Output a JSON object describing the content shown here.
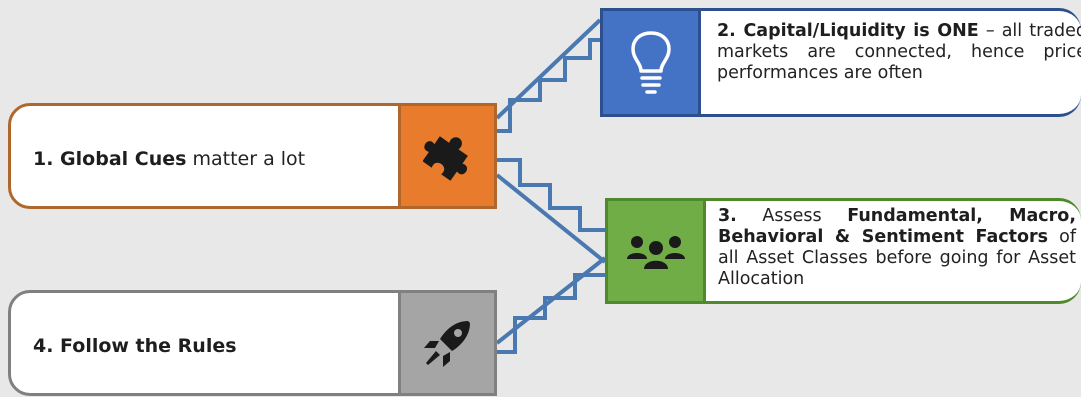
{
  "colors": {
    "step1": "#e97b2c",
    "step1_border": "#b0672c",
    "step2": "#4472c4",
    "step2_border": "#2e4f8d",
    "step3": "#70ad47",
    "step3_border": "#4e8a2c",
    "step4": "#a5a5a5",
    "step4_border": "#808080",
    "connector": "#4a78b0"
  },
  "steps": [
    {
      "bold": "1. Global Cues",
      "rest": " matter a lot",
      "icon": "puzzle-icon"
    },
    {
      "bold": "2. Capital/Liquidity is ONE",
      "rest": " – all traded markets are connected, hence price performances are often",
      "icon": "lightbulb-icon"
    },
    {
      "num": "3.",
      "text1": " Assess ",
      "bold": "Fundamental, Macro, Behavioral & Sentiment Factors",
      "rest": " of all Asset Classes before going for Asset Allocation",
      "icon": "people-icon"
    },
    {
      "bold": "4. Follow the Rules",
      "rest": "",
      "icon": "rocket-icon"
    }
  ]
}
